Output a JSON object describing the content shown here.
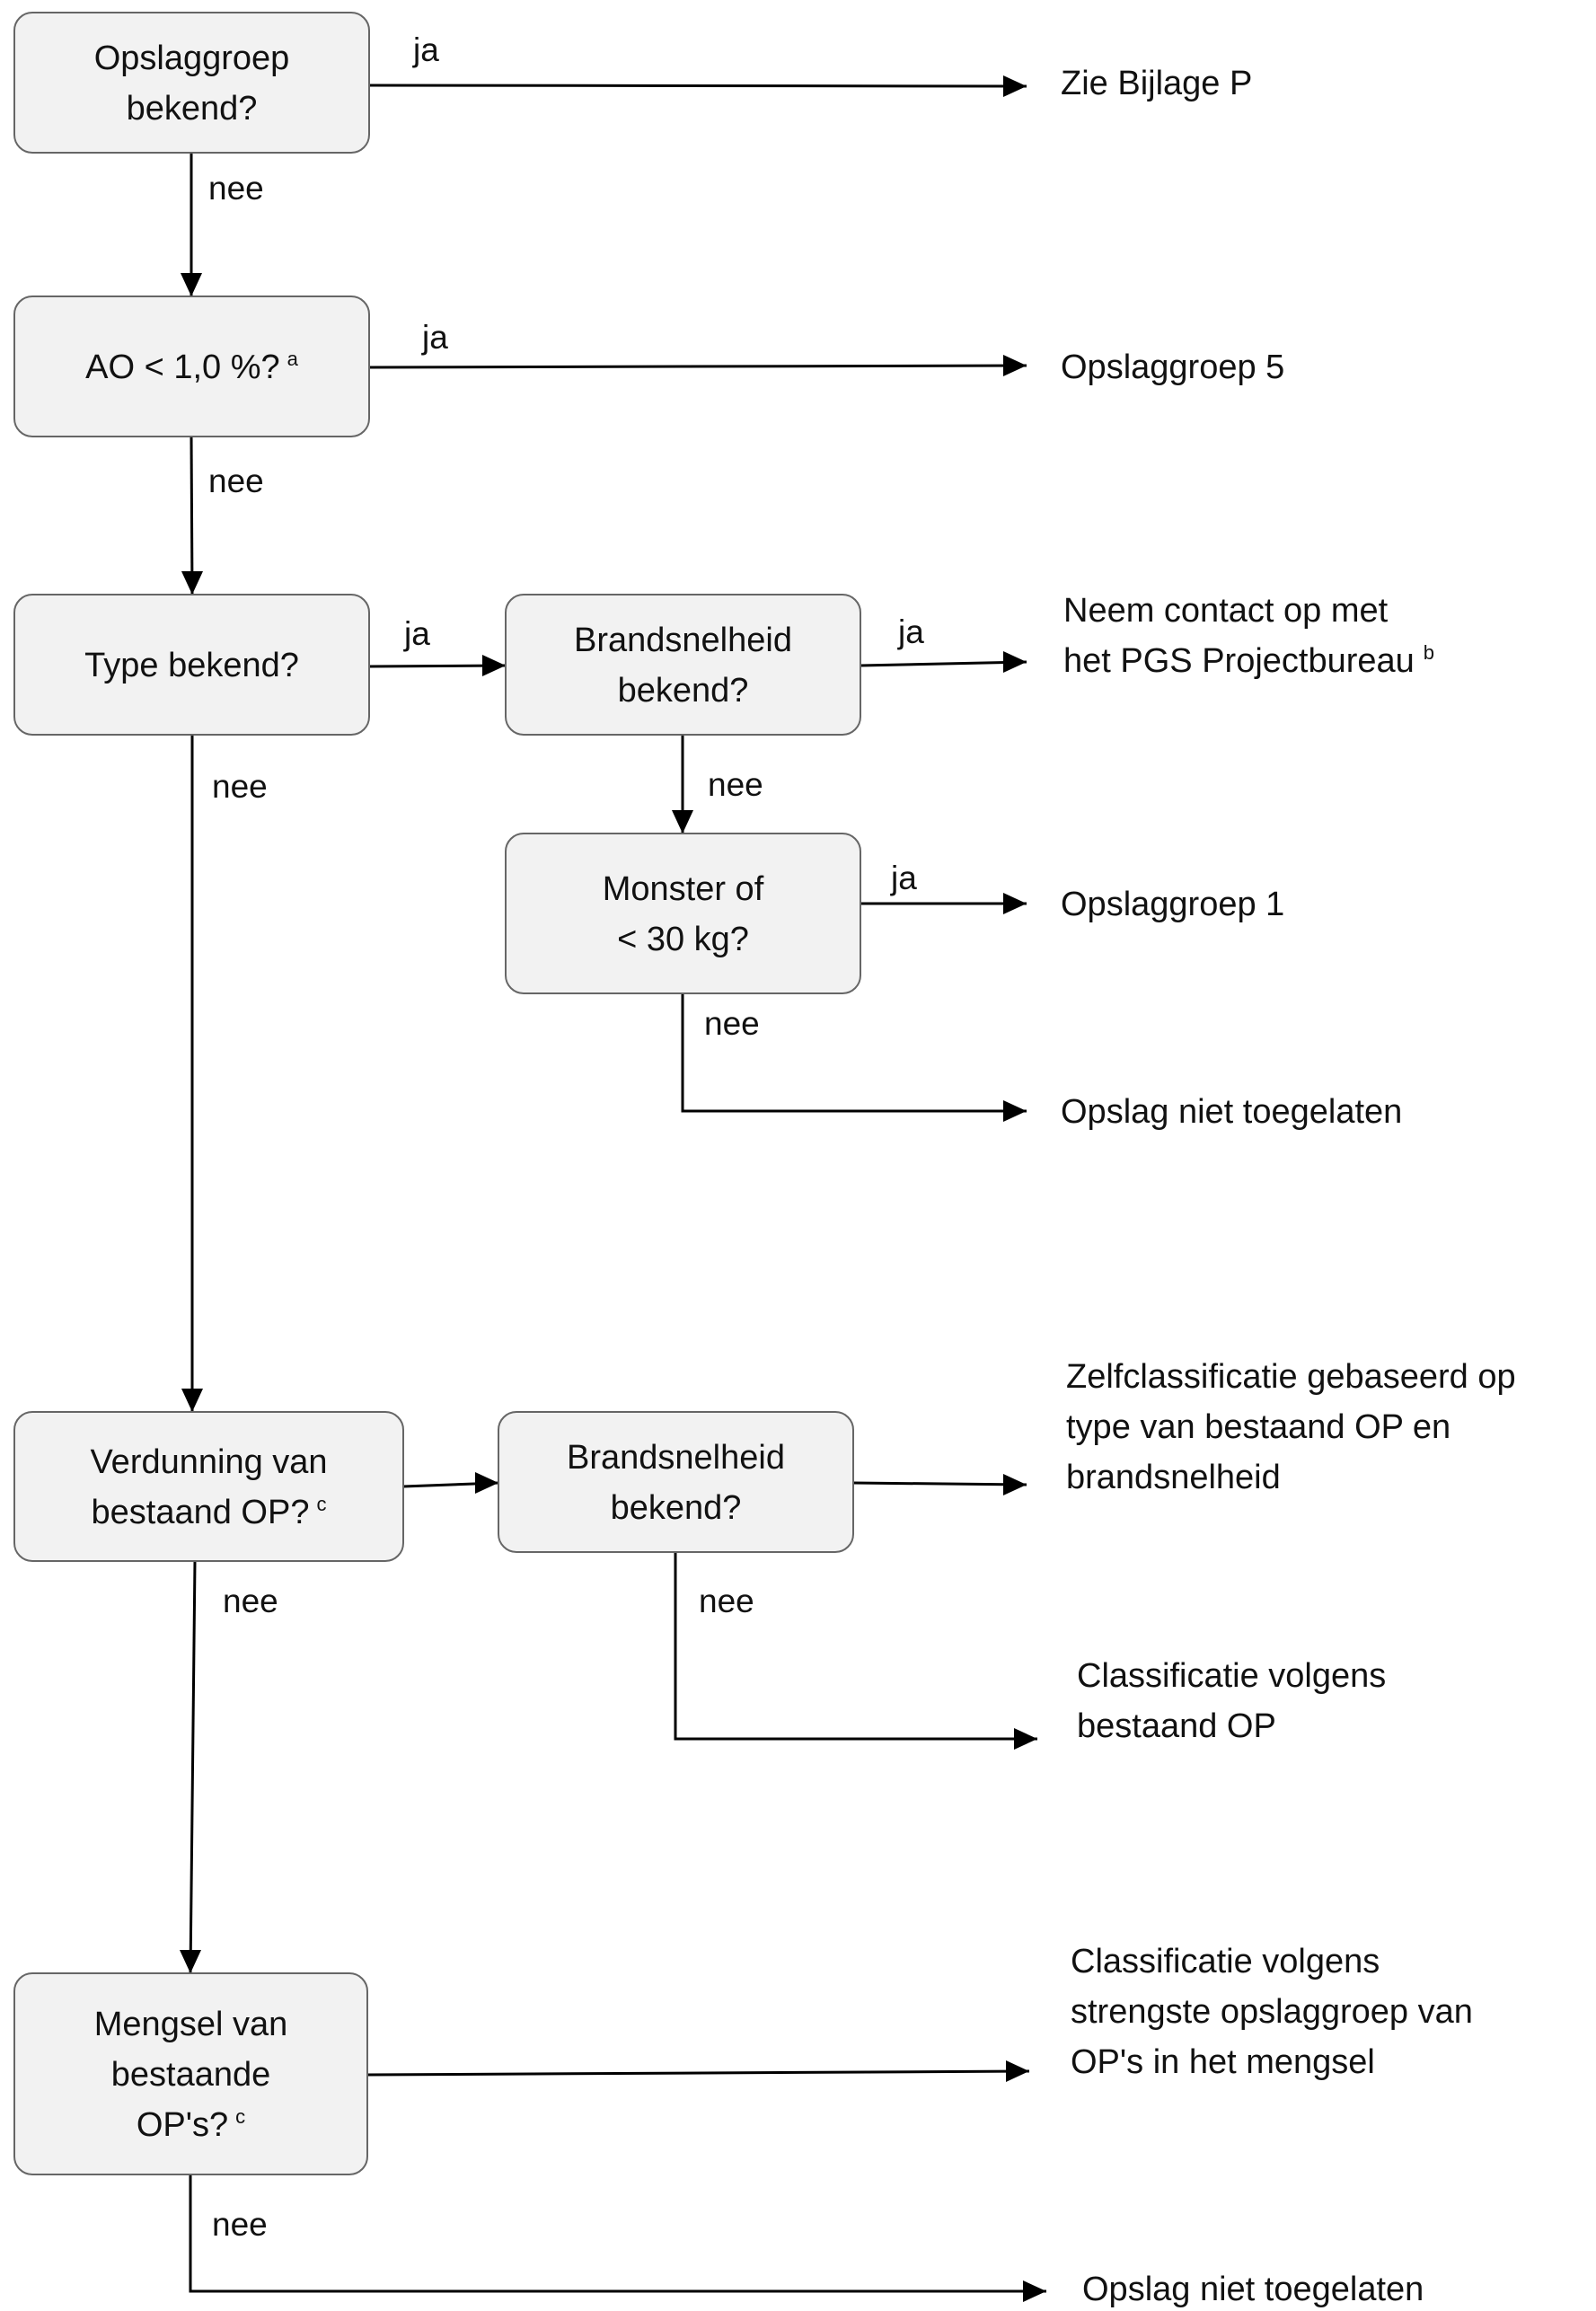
{
  "boxes": {
    "b1": {
      "lines": [
        "Opslaggroep",
        "bekend?"
      ],
      "sup": ""
    },
    "b2": {
      "lines": [
        "AO < 1,0 %?"
      ],
      "sup": "a"
    },
    "b3": {
      "lines": [
        "Type bekend?"
      ],
      "sup": ""
    },
    "b4": {
      "lines": [
        "Brandsnelheid",
        "bekend?"
      ],
      "sup": ""
    },
    "b5": {
      "lines": [
        "Monster of",
        "< 30 kg?"
      ],
      "sup": ""
    },
    "b6": {
      "lines": [
        "Verdunning van",
        "bestaand OP?"
      ],
      "sup": "c"
    },
    "b7": {
      "lines": [
        "Brandsnelheid",
        "bekend?"
      ],
      "sup": ""
    },
    "b8": {
      "lines": [
        "Mengsel van",
        "bestaande",
        "OP's?"
      ],
      "sup": "c"
    }
  },
  "outcomes": {
    "o1": {
      "lines": [
        "Zie Bijlage P"
      ],
      "sup": ""
    },
    "o2": {
      "lines": [
        "Opslaggroep 5"
      ],
      "sup": ""
    },
    "o3": {
      "lines": [
        "Neem contact op met",
        "het PGS Projectbureau"
      ],
      "sup": "b"
    },
    "o4": {
      "lines": [
        "Opslaggroep 1"
      ],
      "sup": ""
    },
    "o5": {
      "lines": [
        "Opslag niet toegelaten"
      ],
      "sup": ""
    },
    "o6": {
      "lines": [
        "Zelfclassificatie gebaseerd op",
        "type van bestaand OP en",
        "brandsnelheid"
      ],
      "sup": ""
    },
    "o7": {
      "lines": [
        "Classificatie volgens",
        "bestaand OP"
      ],
      "sup": ""
    },
    "o8": {
      "lines": [
        "Classificatie volgens",
        "strengste opslaggroep van",
        "OP's in het mengsel"
      ],
      "sup": ""
    },
    "o9": {
      "lines": [
        "Opslag niet toegelaten"
      ],
      "sup": ""
    }
  },
  "labels": {
    "yes": "ja",
    "no": "nee"
  }
}
